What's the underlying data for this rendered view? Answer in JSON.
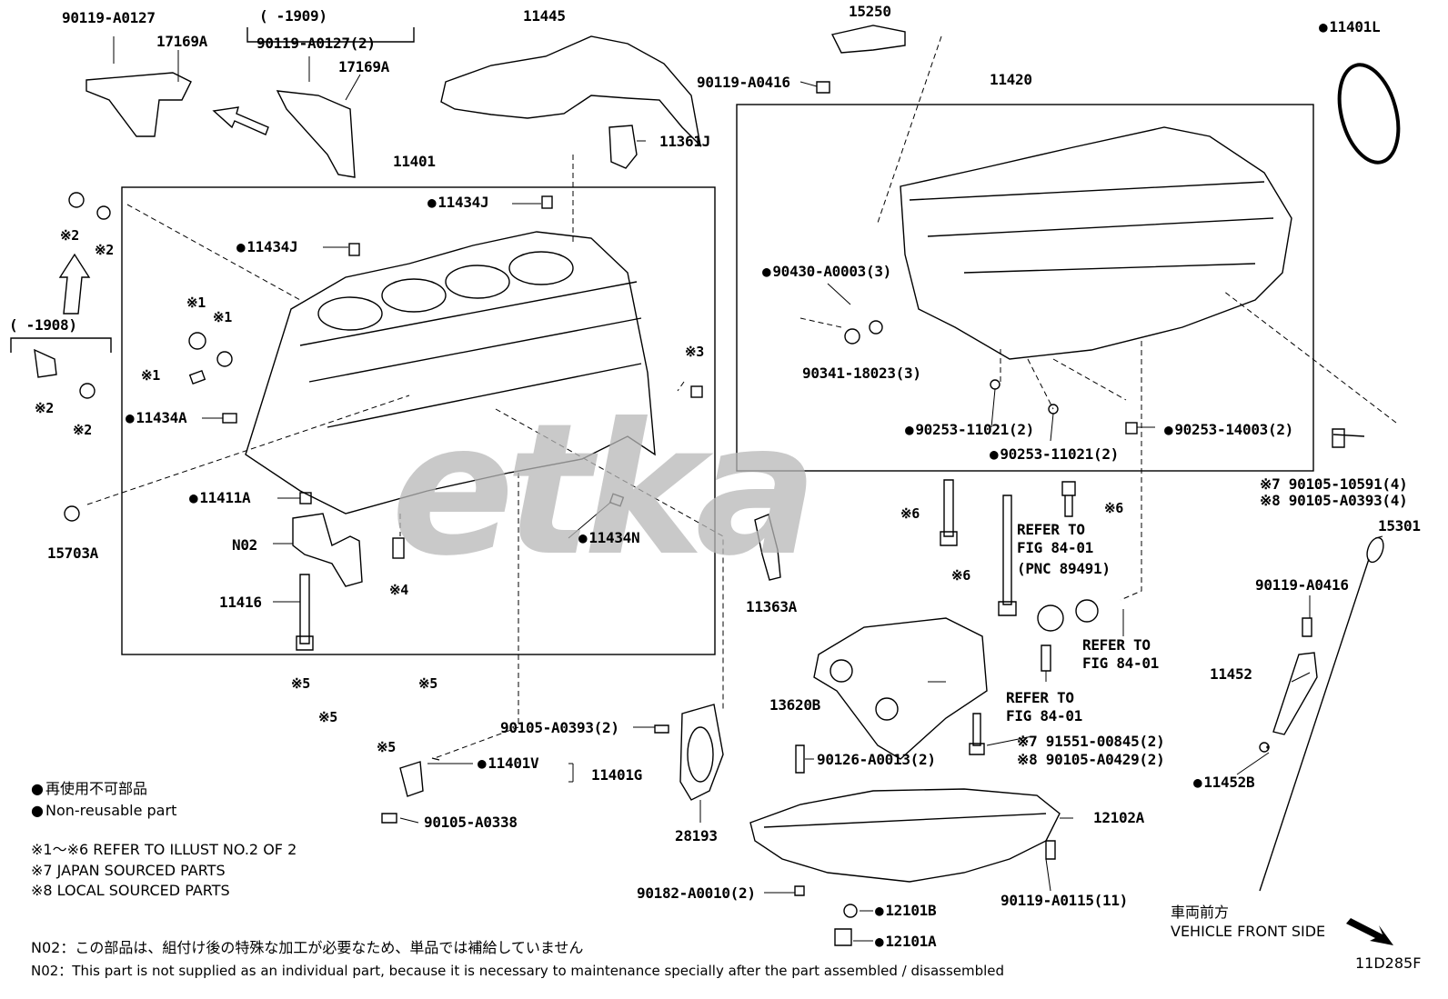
{
  "diagram_code": "11D285F",
  "watermark": "etka",
  "parts": {
    "p90119_A0127": "90119-A0127",
    "p17169A_a": "17169A",
    "range_1909": "(    -1909)",
    "p90119_A0127_2": "90119-A0127(2)",
    "p17169A_b": "17169A",
    "p11445": "11445",
    "p15250": "15250",
    "p90119_A0416_a": "90119-A0416",
    "p11401L": "11401L",
    "p11361J": "11361J",
    "p11420": "11420",
    "p11401": "11401",
    "p11434J_a": "11434J",
    "p11434J_b": "11434J",
    "m2_a": "※2",
    "m2_b": "※2",
    "range_1908": "(    -1908)",
    "m2_c": "※2",
    "m2_d": "※2",
    "m1_a": "※1",
    "m1_b": "※1",
    "m1_c": "※1",
    "m3": "※3",
    "p11434A": "11434A",
    "p90430_A0003_3": "90430-A0003(3)",
    "p90341_18023_3": "90341-18023(3)",
    "p90253_11021_2_a": "90253-11021(2)",
    "p90253_11021_2_b": "90253-11021(2)",
    "p90253_14003_2": "90253-14003(2)",
    "p90105_10591_4": "※7 90105-10591(4)",
    "p90105_A0393_4": "※8 90105-A0393(4)",
    "p15301": "15301",
    "p11411A": "11411A",
    "p15703A": "15703A",
    "pN02": "N02",
    "m4": "※4",
    "p11434N": "11434N",
    "m6_a": "※6",
    "m6_b": "※6",
    "m6_c": "※6",
    "refer1_l1": "REFER TO",
    "refer1_l2": "FIG 84-01",
    "refer1_l3": "(PNC 89491)",
    "p11416": "11416",
    "p11363A": "11363A",
    "p90119_A0416_b": "90119-A0416",
    "refer2_l1": "REFER TO",
    "refer2_l2": "FIG 84-01",
    "p11452": "11452",
    "refer3_l1": "REFER TO",
    "refer3_l2": "FIG 84-01",
    "m5_a": "※5",
    "m5_b": "※5",
    "m5_c": "※5",
    "m5_d": "※5",
    "p13620B": "13620B",
    "p90105_A0393_2": "90105-A0393(2)",
    "p91551_00845_2": "※7 91551-00845(2)",
    "p90105_A0429_2": "※8 90105-A0429(2)",
    "p90126_A0013_2": "90126-A0013(2)",
    "p11401V": "11401V",
    "p11401G": "11401G",
    "p11452B": "11452B",
    "p90105_A0338": "90105-A0338",
    "p28193": "28193",
    "p12102A": "12102A",
    "p90182_A0010_2": "90182-A0010(2)",
    "p90119_A0115_11": "90119-A0115(11)",
    "p12101B": "12101B",
    "p12101A": "12101A"
  },
  "legend": {
    "jp": "再使用不可部品",
    "en": "Non-reusable part",
    "note1": "※1～※6  REFER TO ILLUST NO.2 OF 2",
    "note7": "※7 JAPAN SOURCED PARTS",
    "note8": "※8 LOCAL SOURCED PARTS"
  },
  "front": {
    "jp": "車両前方",
    "en": "VEHICLE FRONT SIDE"
  },
  "footer": {
    "n02_jp": "N02：この部品は、組付け後の特殊な加工が必要なため、単品では補給していません",
    "n02_en": "N02：This part is not supplied as an individual part, because it is necessary to maintenance specially after the part assembled / disassembled"
  }
}
